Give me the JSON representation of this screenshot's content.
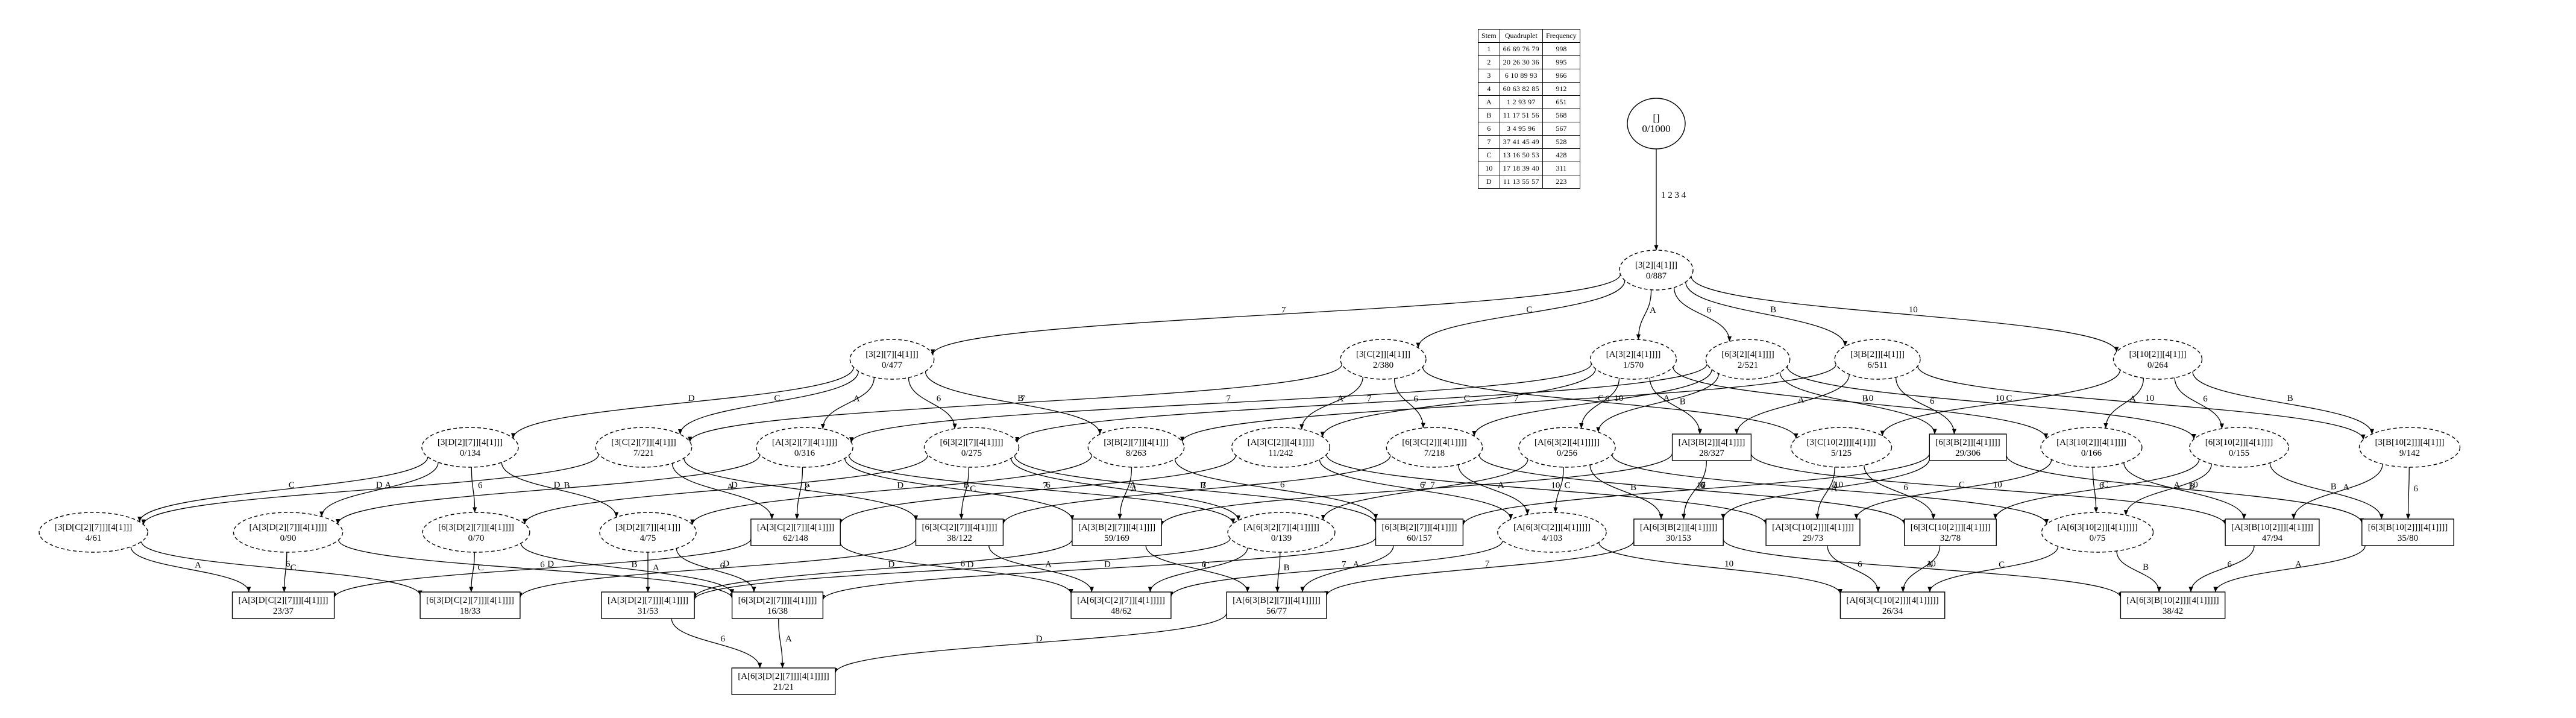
{
  "table": {
    "headers": [
      "Stem",
      "Quadruplet",
      "Frequency"
    ],
    "rows": [
      [
        "1",
        "66 69 76 79",
        "998"
      ],
      [
        "2",
        "20 26 30 36",
        "995"
      ],
      [
        "3",
        "6 10 89 93",
        "966"
      ],
      [
        "4",
        "60 63 82 85",
        "912"
      ],
      [
        "A",
        "1 2 93 97",
        "651"
      ],
      [
        "B",
        "11 17 51 56",
        "568"
      ],
      [
        "6",
        "3 4 95 96",
        "567"
      ],
      [
        "7",
        "37 41 45 49",
        "528"
      ],
      [
        "C",
        "13 16 50 53",
        "428"
      ],
      [
        "10",
        "17 18 39 40",
        "311"
      ],
      [
        "D",
        "11 13 55 57",
        "223"
      ]
    ]
  },
  "nodes": [
    {
      "id": "root",
      "label": "[]",
      "value": "0/1000",
      "shape": "ellipse-solid"
    },
    {
      "id": "n1",
      "label": "[3[2][4[1]]]",
      "value": "0/887",
      "shape": "ellipse"
    },
    {
      "id": "r1a",
      "label": "[3[2][7][4[1]]]",
      "value": "0/477",
      "shape": "ellipse"
    },
    {
      "id": "r1b",
      "label": "[3[C[2]][4[1]]]",
      "value": "2/380",
      "shape": "ellipse"
    },
    {
      "id": "r1c",
      "label": "[A[3[2][4[1]]]]",
      "value": "1/570",
      "shape": "ellipse"
    },
    {
      "id": "r1d",
      "label": "[6[3[2][4[1]]]]",
      "value": "2/521",
      "shape": "ellipse"
    },
    {
      "id": "r1e",
      "label": "[3[B[2]][4[1]]]",
      "value": "6/511",
      "shape": "ellipse"
    },
    {
      "id": "r1f",
      "label": "[3[10[2]][4[1]]]",
      "value": "0/264",
      "shape": "ellipse"
    },
    {
      "id": "r2a",
      "label": "[3[D[2][7]][4[1]]]",
      "value": "0/134",
      "shape": "ellipse"
    },
    {
      "id": "r2b",
      "label": "[3[C[2][7]][4[1]]]",
      "value": "7/221",
      "shape": "ellipse"
    },
    {
      "id": "r2c",
      "label": "[A[3[2][7][4[1]]]]",
      "value": "0/316",
      "shape": "ellipse"
    },
    {
      "id": "r2d",
      "label": "[6[3[2][7][4[1]]]]",
      "value": "0/275",
      "shape": "ellipse"
    },
    {
      "id": "r2e",
      "label": "[3[B[2][7]][4[1]]]",
      "value": "8/263",
      "shape": "ellipse"
    },
    {
      "id": "r2f",
      "label": "[A[3[C[2]][4[1]]]]",
      "value": "11/242",
      "shape": "ellipse"
    },
    {
      "id": "r2g",
      "label": "[6[3[C[2]][4[1]]]]",
      "value": "7/218",
      "shape": "ellipse"
    },
    {
      "id": "r2h",
      "label": "[A[6[3[2][4[1]]]]]",
      "value": "0/256",
      "shape": "ellipse"
    },
    {
      "id": "r2i",
      "label": "[A[3[B[2]][4[1]]]]",
      "value": "28/327",
      "shape": "box"
    },
    {
      "id": "r2j",
      "label": "[3[C[10[2]]][4[1]]]",
      "value": "5/125",
      "shape": "ellipse"
    },
    {
      "id": "r2k",
      "label": "[6[3[B[2]][4[1]]]]",
      "value": "29/306",
      "shape": "box"
    },
    {
      "id": "r2l",
      "label": "[A[3[10[2]][4[1]]]]",
      "value": "0/166",
      "shape": "ellipse"
    },
    {
      "id": "r2m",
      "label": "[6[3[10[2]][4[1]]]]",
      "value": "0/155",
      "shape": "ellipse"
    },
    {
      "id": "r2n",
      "label": "[3[B[10[2]]][4[1]]]",
      "value": "9/142",
      "shape": "ellipse"
    },
    {
      "id": "r3a",
      "label": "[3[D[C[2][7]]][4[1]]]",
      "value": "4/61",
      "shape": "ellipse"
    },
    {
      "id": "r3b",
      "label": "[A[3[D[2][7]][4[1]]]]",
      "value": "0/90",
      "shape": "ellipse"
    },
    {
      "id": "r3c",
      "label": "[6[3[D[2][7]][4[1]]]]",
      "value": "0/70",
      "shape": "ellipse"
    },
    {
      "id": "r3d",
      "label": "[3[D[2][7]][4[1]]]",
      "value": "4/75",
      "shape": "ellipse"
    },
    {
      "id": "r3e",
      "label": "[A[3[C[2][7]][4[1]]]]",
      "value": "62/148",
      "shape": "box"
    },
    {
      "id": "r3f",
      "label": "[6[3[C[2][7]][4[1]]]]",
      "value": "38/122",
      "shape": "box"
    },
    {
      "id": "r3g",
      "label": "[A[3[B[2][7]][4[1]]]]",
      "value": "59/169",
      "shape": "box"
    },
    {
      "id": "r3h",
      "label": "[A[6[3[2][7][4[1]]]]]",
      "value": "0/139",
      "shape": "ellipse"
    },
    {
      "id": "r3i",
      "label": "[6[3[B[2][7]][4[1]]]]",
      "value": "60/157",
      "shape": "box"
    },
    {
      "id": "r3j",
      "label": "[A[6[3[C[2]][4[1]]]]]",
      "value": "4/103",
      "shape": "ellipse"
    },
    {
      "id": "r3k",
      "label": "[A[6[3[B[2]][4[1]]]]]",
      "value": "30/153",
      "shape": "box"
    },
    {
      "id": "r3l",
      "label": "[A[3[C[10[2]]][4[1]]]]",
      "value": "29/73",
      "shape": "box"
    },
    {
      "id": "r3m",
      "label": "[6[3[C[10[2]]][4[1]]]]",
      "value": "32/78",
      "shape": "box"
    },
    {
      "id": "r3n",
      "label": "[A[6[3[10[2]][4[1]]]]]",
      "value": "0/75",
      "shape": "ellipse"
    },
    {
      "id": "r3o",
      "label": "[A[3[B[10[2]]][4[1]]]]",
      "value": "47/94",
      "shape": "box"
    },
    {
      "id": "r3p",
      "label": "[6[3[B[10[2]]][4[1]]]]",
      "value": "35/80",
      "shape": "box"
    },
    {
      "id": "r4a",
      "label": "[A[3[D[C[2][7]]][4[1]]]]",
      "value": "23/37",
      "shape": "box"
    },
    {
      "id": "r4b",
      "label": "[6[3[D[C[2][7]]][4[1]]]]",
      "value": "18/33",
      "shape": "box"
    },
    {
      "id": "r4c",
      "label": "[A[3[D[2][7]]][4[1]]]]",
      "value": "31/53",
      "shape": "box"
    },
    {
      "id": "r4d",
      "label": "[6[3[D[2][7]]][4[1]]]]",
      "value": "16/38",
      "shape": "box"
    },
    {
      "id": "r4e",
      "label": "[A[6[3[C[2][7]][4[1]]]]]",
      "value": "48/62",
      "shape": "box"
    },
    {
      "id": "r4f",
      "label": "[A[6[3[B[2][7]][4[1]]]]]",
      "value": "56/77",
      "shape": "box"
    },
    {
      "id": "r4g",
      "label": "[A[6[3[C[10[2]]][4[1]]]]]",
      "value": "26/34",
      "shape": "box"
    },
    {
      "id": "r4h",
      "label": "[A[6[3[B[10[2]]][4[1]]]]]",
      "value": "38/42",
      "shape": "box"
    },
    {
      "id": "r5a",
      "label": "[A[6[3[D[2][7]]][4[1]]]]]",
      "value": "21/21",
      "shape": "box"
    }
  ],
  "edges": [
    {
      "from": "root",
      "to": "n1",
      "label": "1 2 3 4"
    },
    {
      "from": "n1",
      "to": "r1a",
      "label": "7"
    },
    {
      "from": "n1",
      "to": "r1b",
      "label": "C"
    },
    {
      "from": "n1",
      "to": "r1c",
      "label": "A"
    },
    {
      "from": "n1",
      "to": "r1d",
      "label": "6"
    },
    {
      "from": "n1",
      "to": "r1e",
      "label": "B"
    },
    {
      "from": "n1",
      "to": "r1f",
      "label": "10"
    },
    {
      "from": "r1a",
      "to": "r2a",
      "label": "D"
    },
    {
      "from": "r1a",
      "to": "r2b",
      "label": "C"
    },
    {
      "from": "r1a",
      "to": "r2c",
      "label": "A"
    },
    {
      "from": "r1a",
      "to": "r2d",
      "label": "6"
    },
    {
      "from": "r1a",
      "to": "r2e",
      "label": "B"
    },
    {
      "from": "r1b",
      "to": "r2b",
      "label": "7"
    },
    {
      "from": "r1b",
      "to": "r2f",
      "label": "A"
    },
    {
      "from": "r1b",
      "to": "r2g",
      "label": "6"
    },
    {
      "from": "r1b",
      "to": "r2j",
      "label": "10"
    },
    {
      "from": "r1c",
      "to": "r2c",
      "label": "7"
    },
    {
      "from": "r1c",
      "to": "r2f",
      "label": "C"
    },
    {
      "from": "r1c",
      "to": "r2h",
      "label": "6"
    },
    {
      "from": "r1c",
      "to": "r2i",
      "label": "B"
    },
    {
      "from": "r1c",
      "to": "r2l",
      "label": "10"
    },
    {
      "from": "r1d",
      "to": "r2d",
      "label": "7"
    },
    {
      "from": "r1d",
      "to": "r2g",
      "label": "C"
    },
    {
      "from": "r1d",
      "to": "r2h",
      "label": "A"
    },
    {
      "from": "r1d",
      "to": "r2k",
      "label": "B"
    },
    {
      "from": "r1d",
      "to": "r2m",
      "label": "10"
    },
    {
      "from": "r1e",
      "to": "r2e",
      "label": "7"
    },
    {
      "from": "r1e",
      "to": "r2i",
      "label": "A"
    },
    {
      "from": "r1e",
      "to": "r2k",
      "label": "6"
    },
    {
      "from": "r1e",
      "to": "r2n",
      "label": "10"
    },
    {
      "from": "r1f",
      "to": "r2j",
      "label": "C"
    },
    {
      "from": "r1f",
      "to": "r2l",
      "label": "A"
    },
    {
      "from": "r1f",
      "to": "r2m",
      "label": "6"
    },
    {
      "from": "r1f",
      "to": "r2n",
      "label": "B"
    },
    {
      "from": "r2a",
      "to": "r3a",
      "label": "C"
    },
    {
      "from": "r2a",
      "to": "r3b",
      "label": "A"
    },
    {
      "from": "r2a",
      "to": "r3c",
      "label": "6"
    },
    {
      "from": "r2a",
      "to": "r3d",
      "label": "B"
    },
    {
      "from": "r2b",
      "to": "r3a",
      "label": "D"
    },
    {
      "from": "r2b",
      "to": "r3e",
      "label": "A"
    },
    {
      "from": "r2b",
      "to": "r3f",
      "label": "6"
    },
    {
      "from": "r2c",
      "to": "r3b",
      "label": "D"
    },
    {
      "from": "r2c",
      "to": "r3e",
      "label": "C"
    },
    {
      "from": "r2c",
      "to": "r3g",
      "label": "B"
    },
    {
      "from": "r2c",
      "to": "r3h",
      "label": "6"
    },
    {
      "from": "r2d",
      "to": "r3c",
      "label": "D"
    },
    {
      "from": "r2d",
      "to": "r3f",
      "label": "C"
    },
    {
      "from": "r2d",
      "to": "r3h",
      "label": "A"
    },
    {
      "from": "r2d",
      "to": "r3i",
      "label": "B"
    },
    {
      "from": "r2e",
      "to": "r3d",
      "label": "D"
    },
    {
      "from": "r2e",
      "to": "r3g",
      "label": "A"
    },
    {
      "from": "r2e",
      "to": "r3i",
      "label": "6"
    },
    {
      "from": "r2f",
      "to": "r3e",
      "label": "7"
    },
    {
      "from": "r2f",
      "to": "r3j",
      "label": "6"
    },
    {
      "from": "r2f",
      "to": "r3l",
      "label": "10"
    },
    {
      "from": "r2g",
      "to": "r3f",
      "label": "7"
    },
    {
      "from": "r2g",
      "to": "r3j",
      "label": "A"
    },
    {
      "from": "r2g",
      "to": "r3m",
      "label": "10"
    },
    {
      "from": "r2h",
      "to": "r3h",
      "label": "7"
    },
    {
      "from": "r2h",
      "to": "r3j",
      "label": "C"
    },
    {
      "from": "r2h",
      "to": "r3k",
      "label": "B"
    },
    {
      "from": "r2h",
      "to": "r3n",
      "label": "10"
    },
    {
      "from": "r2i",
      "to": "r3g",
      "label": "7"
    },
    {
      "from": "r2i",
      "to": "r3k",
      "label": "6"
    },
    {
      "from": "r2i",
      "to": "r3o",
      "label": "10"
    },
    {
      "from": "r2j",
      "to": "r3l",
      "label": "A"
    },
    {
      "from": "r2j",
      "to": "r3m",
      "label": "6"
    },
    {
      "from": "r2k",
      "to": "r3i",
      "label": "7"
    },
    {
      "from": "r2k",
      "to": "r3k",
      "label": "A"
    },
    {
      "from": "r2k",
      "to": "r3p",
      "label": "10"
    },
    {
      "from": "r2l",
      "to": "r3l",
      "label": "C"
    },
    {
      "from": "r2l",
      "to": "r3n",
      "label": "6"
    },
    {
      "from": "r2l",
      "to": "r3o",
      "label": "B"
    },
    {
      "from": "r2m",
      "to": "r3m",
      "label": "C"
    },
    {
      "from": "r2m",
      "to": "r3n",
      "label": "A"
    },
    {
      "from": "r2m",
      "to": "r3p",
      "label": "B"
    },
    {
      "from": "r2n",
      "to": "r3o",
      "label": "A"
    },
    {
      "from": "r2n",
      "to": "r3p",
      "label": "6"
    },
    {
      "from": "r3a",
      "to": "r4a",
      "label": "A"
    },
    {
      "from": "r3a",
      "to": "r4b",
      "label": "6"
    },
    {
      "from": "r3b",
      "to": "r4a",
      "label": "C"
    },
    {
      "from": "r3b",
      "to": "r4d",
      "label": "6"
    },
    {
      "from": "r3c",
      "to": "r4b",
      "label": "C"
    },
    {
      "from": "r3c",
      "to": "r4d",
      "label": "B"
    },
    {
      "from": "r3d",
      "to": "r4c",
      "label": "A"
    },
    {
      "from": "r3d",
      "to": "r4d",
      "label": "6"
    },
    {
      "from": "r3e",
      "to": "r4a",
      "label": "D"
    },
    {
      "from": "r3e",
      "to": "r4e",
      "label": "6"
    },
    {
      "from": "r3f",
      "to": "r4b",
      "label": "D"
    },
    {
      "from": "r3f",
      "to": "r4e",
      "label": "A"
    },
    {
      "from": "r3g",
      "to": "r4c",
      "label": "D"
    },
    {
      "from": "r3g",
      "to": "r4f",
      "label": "6"
    },
    {
      "from": "r3h",
      "to": "r4e",
      "label": "C"
    },
    {
      "from": "r3h",
      "to": "r4f",
      "label": "B"
    },
    {
      "from": "r3h",
      "to": "r4c",
      "label": "D"
    },
    {
      "from": "r3i",
      "to": "r4d",
      "label": "D"
    },
    {
      "from": "r3i",
      "to": "r4f",
      "label": "A"
    },
    {
      "from": "r3j",
      "to": "r4e",
      "label": "7"
    },
    {
      "from": "r3j",
      "to": "r4g",
      "label": "10"
    },
    {
      "from": "r3k",
      "to": "r4f",
      "label": "7"
    },
    {
      "from": "r3k",
      "to": "r4h",
      "label": "10"
    },
    {
      "from": "r3l",
      "to": "r4g",
      "label": "6"
    },
    {
      "from": "r3m",
      "to": "r4g",
      "label": "A"
    },
    {
      "from": "r3n",
      "to": "r4g",
      "label": "C"
    },
    {
      "from": "r3n",
      "to": "r4h",
      "label": "B"
    },
    {
      "from": "r3o",
      "to": "r4h",
      "label": "6"
    },
    {
      "from": "r3p",
      "to": "r4h",
      "label": "A"
    },
    {
      "from": "r4c",
      "to": "r5a",
      "label": "6"
    },
    {
      "from": "r4d",
      "to": "r5a",
      "label": "A"
    },
    {
      "from": "r4f",
      "to": "r5a",
      "label": "D"
    }
  ]
}
